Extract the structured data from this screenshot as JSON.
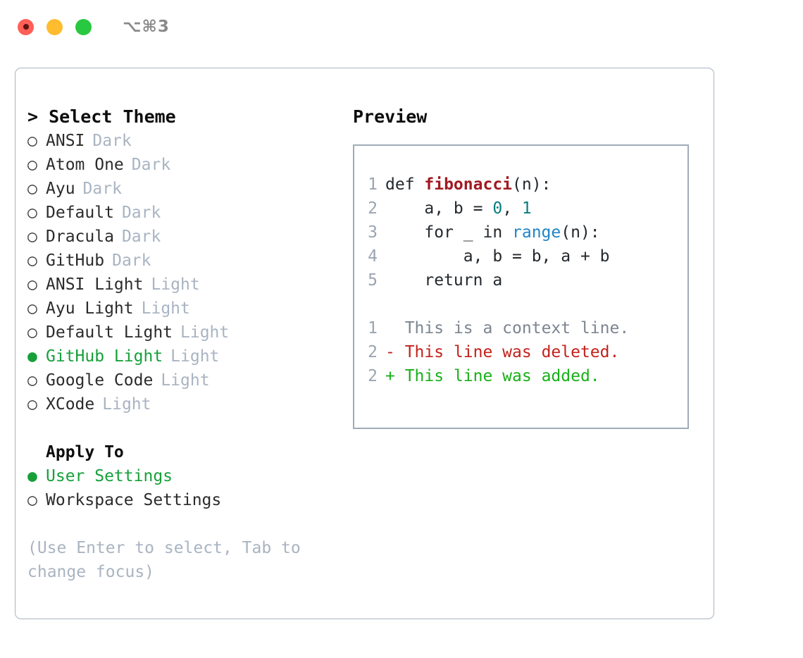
{
  "titlebar": {
    "shortcut": "⌥⌘3",
    "buttons": [
      {
        "name": "close",
        "color": "#ff5f57"
      },
      {
        "name": "minimize",
        "color": "#febc2e"
      },
      {
        "name": "zoom",
        "color": "#28c840"
      }
    ]
  },
  "left": {
    "header": "> Select Theme",
    "themes": [
      {
        "bullet": "○",
        "name": "ANSI",
        "badge": "Dark",
        "selected": false
      },
      {
        "bullet": "○",
        "name": "Atom One",
        "badge": "Dark",
        "selected": false
      },
      {
        "bullet": "○",
        "name": "Ayu",
        "badge": "Dark",
        "selected": false
      },
      {
        "bullet": "○",
        "name": "Default",
        "badge": "Dark",
        "selected": false
      },
      {
        "bullet": "○",
        "name": "Dracula",
        "badge": "Dark",
        "selected": false
      },
      {
        "bullet": "○",
        "name": "GitHub",
        "badge": "Dark",
        "selected": false
      },
      {
        "bullet": "○",
        "name": "ANSI Light",
        "badge": "Light",
        "selected": false
      },
      {
        "bullet": "○",
        "name": "Ayu Light",
        "badge": "Light",
        "selected": false
      },
      {
        "bullet": "○",
        "name": "Default Light",
        "badge": "Light",
        "selected": false
      },
      {
        "bullet": "●",
        "name": "GitHub Light",
        "badge": "Light",
        "selected": true
      },
      {
        "bullet": "○",
        "name": "Google Code",
        "badge": "Light",
        "selected": false
      },
      {
        "bullet": "○",
        "name": "XCode",
        "badge": "Light",
        "selected": false
      }
    ],
    "apply_header": "Apply To",
    "apply_options": [
      {
        "bullet": "●",
        "label": "User Settings",
        "selected": true
      },
      {
        "bullet": "○",
        "label": "Workspace Settings",
        "selected": false
      }
    ],
    "hint": "(Use Enter to select, Tab to change focus)"
  },
  "right": {
    "title": "Preview",
    "code_lines": [
      {
        "num": "1",
        "tokens": [
          {
            "t": "def ",
            "c": "plain"
          },
          {
            "t": "fibonacci",
            "c": "fn"
          },
          {
            "t": "(n):",
            "c": "plain"
          }
        ]
      },
      {
        "num": "2",
        "tokens": [
          {
            "t": "    a, b = ",
            "c": "plain"
          },
          {
            "t": "0",
            "c": "num"
          },
          {
            "t": ", ",
            "c": "plain"
          },
          {
            "t": "1",
            "c": "num"
          }
        ]
      },
      {
        "num": "3",
        "tokens": [
          {
            "t": "    for _ in ",
            "c": "plain"
          },
          {
            "t": "range",
            "c": "builtin"
          },
          {
            "t": "(n):",
            "c": "plain"
          }
        ]
      },
      {
        "num": "4",
        "tokens": [
          {
            "t": "        a, b = b, a + b",
            "c": "plain"
          }
        ]
      },
      {
        "num": "5",
        "tokens": [
          {
            "t": "    return a",
            "c": "plain"
          }
        ]
      }
    ],
    "diff_lines": [
      {
        "num": "1",
        "marker": "  ",
        "text": "This is a context line.",
        "kind": "ctx"
      },
      {
        "num": "2",
        "marker": "- ",
        "text": "This line was deleted.",
        "kind": "del"
      },
      {
        "num": "2",
        "marker": "+ ",
        "text": "This line was added.",
        "kind": "add"
      }
    ]
  },
  "colors": {
    "accent_green": "#17a03a",
    "muted": "#a9b4c2",
    "border": "#a9b4c2",
    "diff_add": "#18b018",
    "diff_del": "#c4211c",
    "syntax_function": "#a11a22",
    "syntax_number": "#0a7d7d",
    "syntax_builtin": "#1f85c4"
  }
}
